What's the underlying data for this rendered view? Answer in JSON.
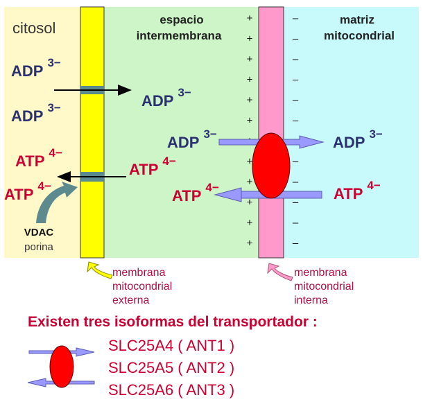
{
  "regions": {
    "cytosol": "citosol",
    "intermembrane_line1": "espacio",
    "intermembrane_line2": "intermembrana",
    "matrix_line1": "matriz",
    "matrix_line2": "mitocondrial"
  },
  "molecules": {
    "adp": "ADP",
    "adp_charge": "3−",
    "atp": "ATP",
    "atp_charge": "4−"
  },
  "vdac": {
    "line1": "VDAC",
    "line2": "porina"
  },
  "membranes": {
    "outer": [
      "membrana",
      "mitocondrial",
      "externa"
    ],
    "inner": [
      "membrana",
      "mitocondrial",
      "interna"
    ]
  },
  "signs": {
    "plus": "+",
    "minus": "–"
  },
  "footer": {
    "title": "Existen tres isoformas del transportador :",
    "isoforms": [
      "SLC25A4 ( ANT1 )",
      "SLC25A5 ( ANT2 )",
      "SLC25A6 ( ANT3 )"
    ]
  },
  "colors": {
    "cytosol_bg": "#fff8c8",
    "intermembrane_bg": "#cef5c8",
    "matrix_bg": "#c8fafc",
    "outer_membrane": "#ffff00",
    "inner_membrane": "#ff99cc",
    "adp_text": "#2b3070",
    "atp_text": "#cc0033",
    "transporter": "#ff0000",
    "arrow_fill": "#9999ff",
    "label_text": "#aa1144"
  }
}
